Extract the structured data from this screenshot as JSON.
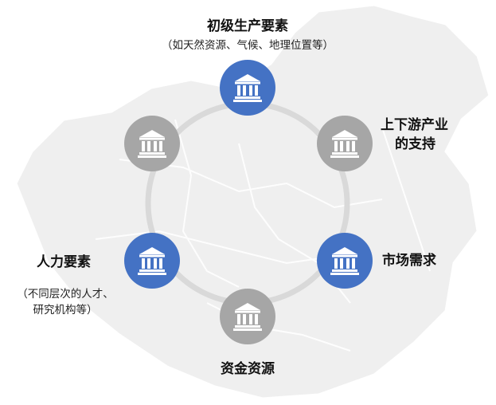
{
  "colors": {
    "primary": "#4472C4",
    "secondary": "#A6A6A6",
    "ring": "#D9D9D9",
    "map": "#EFEFEF",
    "map_border": "#FFFFFF"
  },
  "diagram": {
    "icon": "bank-icon",
    "nodes": [
      {
        "id": "primary-factors",
        "title": "初级生产要素",
        "subtitle": "（如天然资源、气候、地理位置等）",
        "style": "primary"
      },
      {
        "id": "industry-support",
        "title_line1": "上下游产业",
        "title_line2": "的支持",
        "style": "secondary"
      },
      {
        "id": "market-demand",
        "title": "市场需求",
        "style": "primary"
      },
      {
        "id": "capital",
        "title": "资金资源",
        "style": "secondary"
      },
      {
        "id": "human-factors",
        "title": "人力要素",
        "subtitle_line1": "（不同层次的人才、",
        "subtitle_line2": "研究机构等）",
        "style": "primary"
      },
      {
        "id": "unlabeled",
        "style": "secondary"
      }
    ]
  }
}
